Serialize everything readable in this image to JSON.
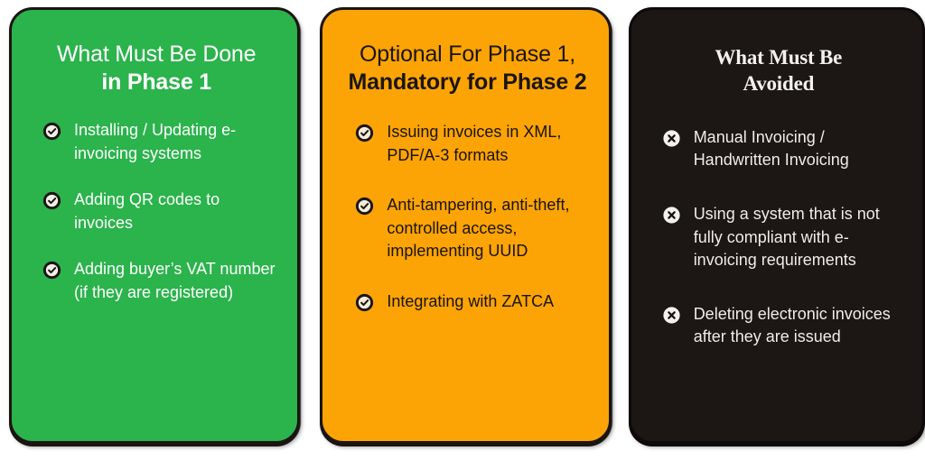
{
  "board": {
    "background_color": "#ffffff"
  },
  "cards": [
    {
      "id": "must-be-done-phase-1",
      "accent_color": "#2bb34c",
      "text_color": "#ffffff",
      "icon": "check-circle-icon",
      "title_line_1": "What Must Be Done",
      "title_line_2": "in Phase 1",
      "items": [
        "Installing / Updating e-invoicing systems",
        "Adding QR codes to invoices",
        "Adding buyer’s VAT number (if they are registered)"
      ]
    },
    {
      "id": "optional-phase-1-mandatory-phase-2",
      "accent_color": "#fca405",
      "text_color": "#191310",
      "icon": "check-circle-icon",
      "title_line_1": "Optional For Phase 1,",
      "title_line_2": "Mandatory for Phase 2",
      "items": [
        "Issuing invoices in XML, PDF/A-3 formats",
        "Anti-tampering, anti-theft, controlled access, implementing UUID",
        "Integrating with ZATCA"
      ]
    },
    {
      "id": "must-be-avoided",
      "accent_color": "#1c1614",
      "text_color": "#efece8",
      "icon": "x-circle-icon",
      "title_line_1": "What Must Be",
      "title_line_2": "Avoided",
      "items": [
        "Manual Invoicing / Handwritten Invoicing",
        "Using a system that is not fully compliant with e-invoicing requirements",
        "Deleting electronic invoices after they are issued"
      ]
    }
  ]
}
